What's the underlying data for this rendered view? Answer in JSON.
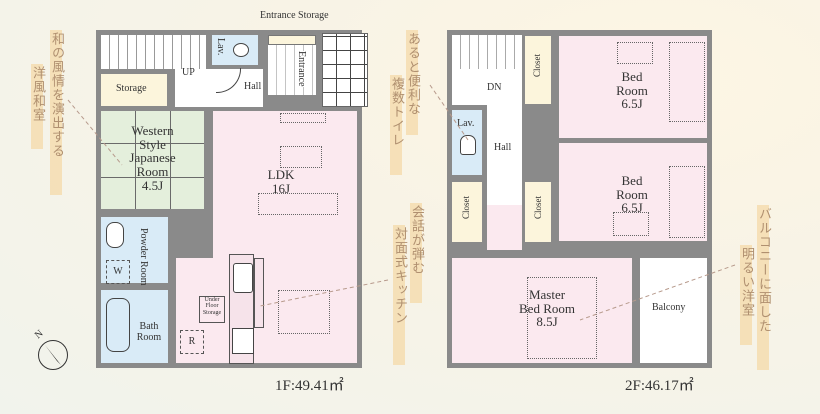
{
  "floor1": {
    "area_label": "1F:49.41㎡",
    "rooms": {
      "entrance_storage": "Entrance Storage",
      "lav": "Lav.",
      "up": "UP",
      "storage": "Storage",
      "hall": "Hall",
      "entrance": "Entrance",
      "western_room": [
        "Western",
        "Style",
        "Japanese",
        "Room",
        "4.5J"
      ],
      "ldk": [
        "LDK",
        "16J"
      ],
      "powder_room": "Powder Room",
      "washer": "W",
      "bath_room": [
        "Bath",
        "Room"
      ],
      "under_floor_storage": [
        "Under",
        "Floor",
        "Storage"
      ],
      "refrigerator": "R"
    }
  },
  "floor2": {
    "area_label": "2F:46.17㎡",
    "rooms": {
      "dn": "DN",
      "lav": "Lav.",
      "hall": "Hall",
      "closet": "Closet",
      "bed_room_1": [
        "Bed",
        "Room",
        "6.5J"
      ],
      "bed_room_2": [
        "Bed",
        "Room",
        "6.5J"
      ],
      "master_bed_room": [
        "Master",
        "Bed Room",
        "8.5J"
      ],
      "balcony": "Balcony"
    }
  },
  "annotations": {
    "japanese_room": [
      "和の風情を演出する",
      "洋風和室"
    ],
    "toilet": [
      "あると便利な",
      "複数トイレ"
    ],
    "kitchen": [
      "会話が弾む",
      "対面式キッチン"
    ],
    "balcony_room": [
      "バルコニーに面した",
      "明るい洋室"
    ]
  },
  "compass": {
    "label": "N"
  },
  "colors": {
    "wall": "#8a8a8a",
    "ldk_pink": "#fbe9ef",
    "tatami_green": "#e4efdc",
    "wet_blue": "#d9ebf7",
    "storage_cream": "#fcf5dc",
    "annotation_bar": "#f4d9a8",
    "annotation_text": "#b09070"
  }
}
